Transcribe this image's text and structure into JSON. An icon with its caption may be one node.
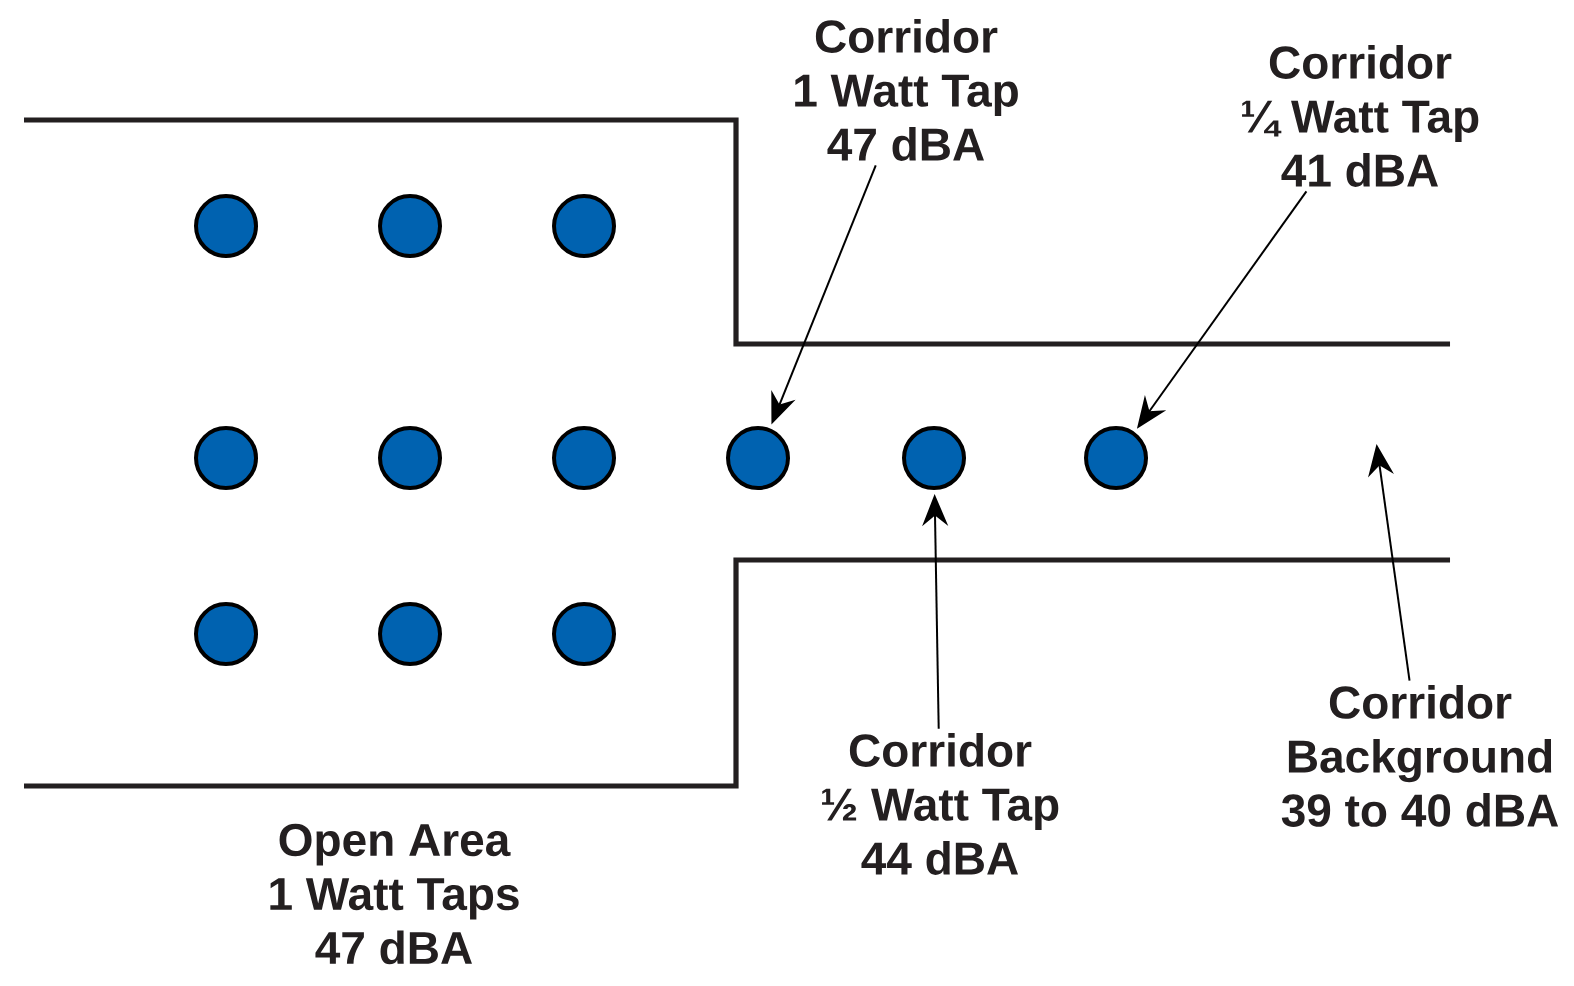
{
  "diagram": {
    "nodes": [
      {
        "text": [],
        "shape": "circle"
      },
      {
        "text": [],
        "shape": "circle"
      },
      {
        "text": [],
        "shape": "circle"
      },
      {
        "text": [],
        "shape": "circle"
      },
      {
        "text": [],
        "shape": "circle"
      },
      {
        "text": [],
        "shape": "circle"
      },
      {
        "text": [],
        "shape": "circle"
      },
      {
        "text": [],
        "shape": "circle"
      },
      {
        "text": [],
        "shape": "circle"
      },
      {
        "text": [],
        "shape": "circle"
      },
      {
        "text": [],
        "shape": "circle"
      },
      {
        "text": [],
        "shape": "circle"
      },
      {
        "text": [
          "Corridor",
          "1 Watt Tap",
          "47 dBA"
        ]
      },
      {
        "text": [
          "Corridor",
          "¼ Watt Tap",
          "41 dBA"
        ]
      },
      {
        "text": [
          "Corridor",
          "½ Watt Tap",
          "44 dBA"
        ]
      },
      {
        "text": [
          "Corridor",
          "Background",
          "39 to 40 dBA"
        ]
      }
    ],
    "edges": [
      {
        "from": 12,
        "to": 9,
        "arrow": "to"
      },
      {
        "from": 13,
        "to": 11,
        "arrow": "to"
      },
      {
        "from": 14,
        "to": 10,
        "arrow": "to"
      },
      {
        "from": 15,
        "to": null,
        "arrow": "to"
      }
    ],
    "labels": [
      "Open Area",
      "1 Watt Taps",
      "47 dBA"
    ]
  }
}
